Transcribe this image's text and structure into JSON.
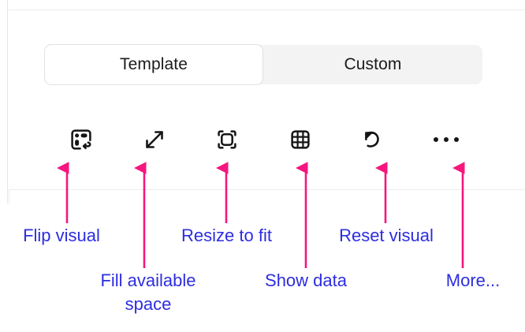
{
  "panel": {
    "name": "format-visual-pane"
  },
  "segmented_control": {
    "options": [
      {
        "label": "Template",
        "selected": true
      },
      {
        "label": "Custom",
        "selected": false
      }
    ]
  },
  "toolbar": {
    "buttons": [
      {
        "icon": "flip-visual-icon",
        "name": "flip-visual-button"
      },
      {
        "icon": "expand-diagonal-arrows-icon",
        "name": "fill-available-space-button"
      },
      {
        "icon": "resize-to-fit-icon",
        "name": "resize-to-fit-button"
      },
      {
        "icon": "table-grid-icon",
        "name": "show-data-button"
      },
      {
        "icon": "reset-undo-arrow-icon",
        "name": "reset-visual-button"
      },
      {
        "icon": "ellipsis-icon",
        "name": "more-options-button"
      }
    ]
  },
  "annotations": {
    "accent_color": "#f5167e",
    "text_color": "#2d2de0",
    "callouts": [
      {
        "label": "Flip visual"
      },
      {
        "label": "Fill available\nspace"
      },
      {
        "label": "Resize to fit"
      },
      {
        "label": "Show data"
      },
      {
        "label": "Reset visual"
      },
      {
        "label": "More..."
      }
    ]
  }
}
